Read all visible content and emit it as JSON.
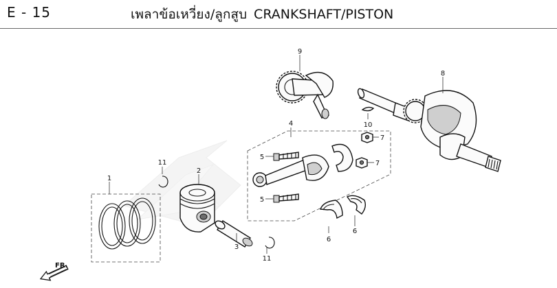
{
  "header": {
    "code": "E - 15",
    "title_th": "เพลาข้อเหวี่ยง/ลูกสูบ",
    "title_en": "CRANKSHAFT/PISTON"
  },
  "callouts": {
    "c1": "1",
    "c2": "2",
    "c3": "3",
    "c4": "4",
    "c5a": "5",
    "c5b": "5",
    "c6a": "6",
    "c6b": "6",
    "c7a": "7",
    "c7b": "7",
    "c8": "8",
    "c9": "9",
    "c10": "10",
    "c11a": "11",
    "c11b": "11"
  },
  "direction": {
    "label": "FR."
  },
  "colors": {
    "ink": "#111111",
    "frame": "#444444",
    "watermark": "#e4e4e4"
  }
}
